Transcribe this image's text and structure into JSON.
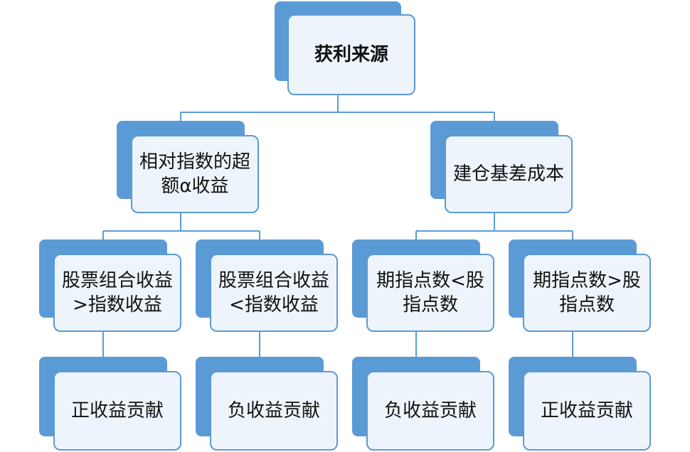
{
  "colors": {
    "accent": "#5b9bd5",
    "box_fill": "#eef4fb",
    "text": "#111111"
  },
  "root": {
    "label": "获利来源"
  },
  "level1": [
    {
      "label": "相对指数的超额α收益"
    },
    {
      "label": "建仓基差成本"
    }
  ],
  "level2": [
    {
      "label": "股票组合收益>指数收益"
    },
    {
      "label": "股票组合收益<指数收益"
    },
    {
      "label": "期指点数<股指点数"
    },
    {
      "label": "期指点数>股指点数"
    }
  ],
  "level3": [
    {
      "label": "正收益贡献"
    },
    {
      "label": "负收益贡献"
    },
    {
      "label": "负收益贡献"
    },
    {
      "label": "正收益贡献"
    }
  ]
}
